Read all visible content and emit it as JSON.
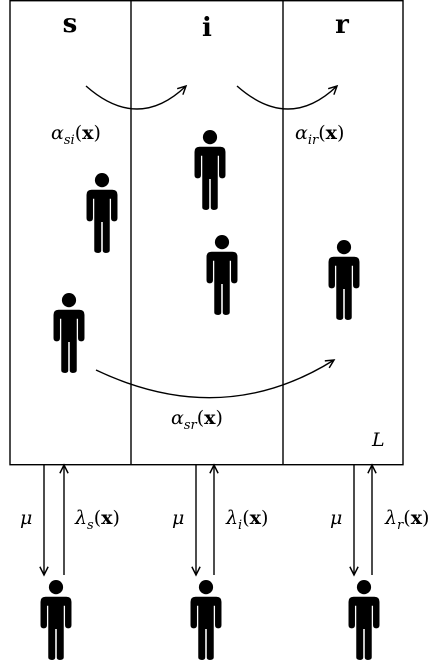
{
  "compartments": [
    {
      "label": "s"
    },
    {
      "label": "i"
    },
    {
      "label": "r"
    }
  ],
  "transitions": [
    {
      "from": "s",
      "to": "i",
      "label": "α_si(x)"
    },
    {
      "from": "i",
      "to": "r",
      "label": "α_ir(x)"
    },
    {
      "from": "s",
      "to": "r",
      "label": "α_sr(x)"
    }
  ],
  "region_label": "L",
  "exchange": [
    {
      "compartment": "s",
      "out_label": "μ",
      "in_label": "λ_s(x)"
    },
    {
      "compartment": "i",
      "out_label": "μ",
      "in_label": "λ_i(x)"
    },
    {
      "compartment": "r",
      "out_label": "μ",
      "in_label": "λ_r(x)"
    }
  ],
  "icons": {
    "person": "person-icon"
  }
}
